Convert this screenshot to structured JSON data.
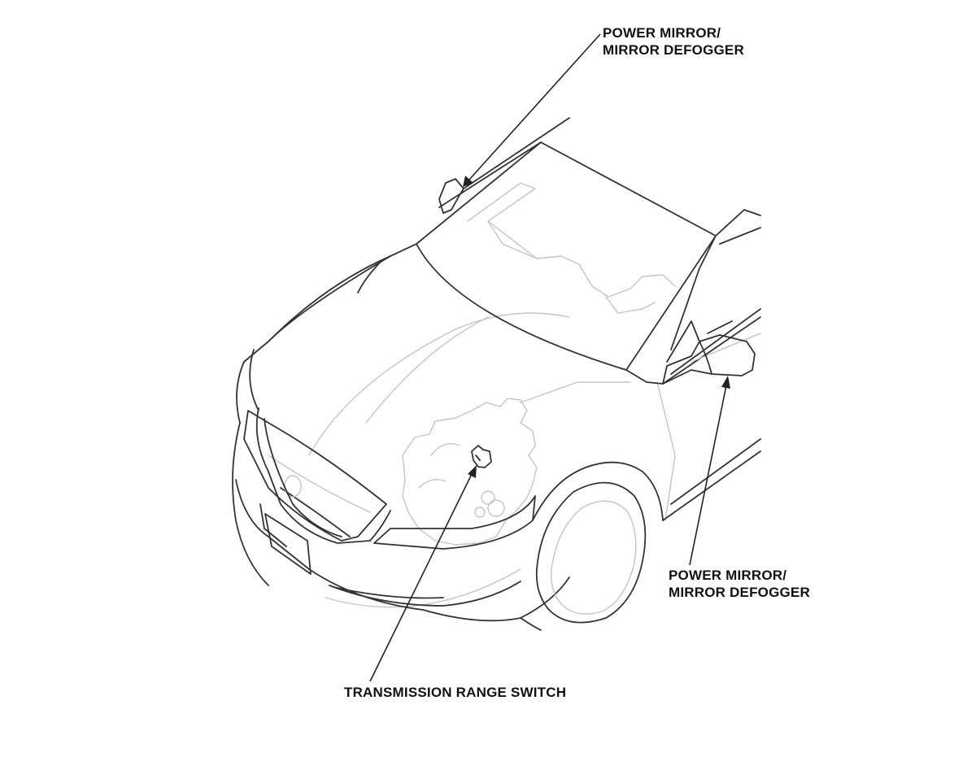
{
  "labels": {
    "mirror_top": {
      "line1": "POWER MIRROR/",
      "line2": "MIRROR DEFOGGER"
    },
    "mirror_right": {
      "line1": "POWER MIRROR/",
      "line2": "MIRROR DEFOGGER"
    },
    "transmission": {
      "line1": "TRANSMISSION RANGE SWITCH"
    }
  },
  "colors": {
    "outline": "#333333",
    "hidden_component": "#c4c4c4",
    "text": "#111111",
    "background": "#ffffff"
  }
}
